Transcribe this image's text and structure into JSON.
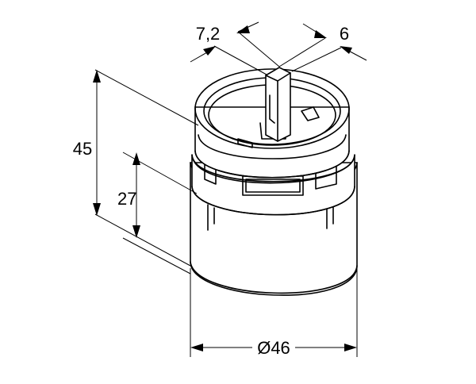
{
  "dimensions": {
    "height_total": "45",
    "height_lower": "27",
    "diameter": "Ø46",
    "spindle_width": "7,2",
    "spindle_depth": "6"
  },
  "colors": {
    "line": "#000000",
    "background": "#ffffff"
  }
}
